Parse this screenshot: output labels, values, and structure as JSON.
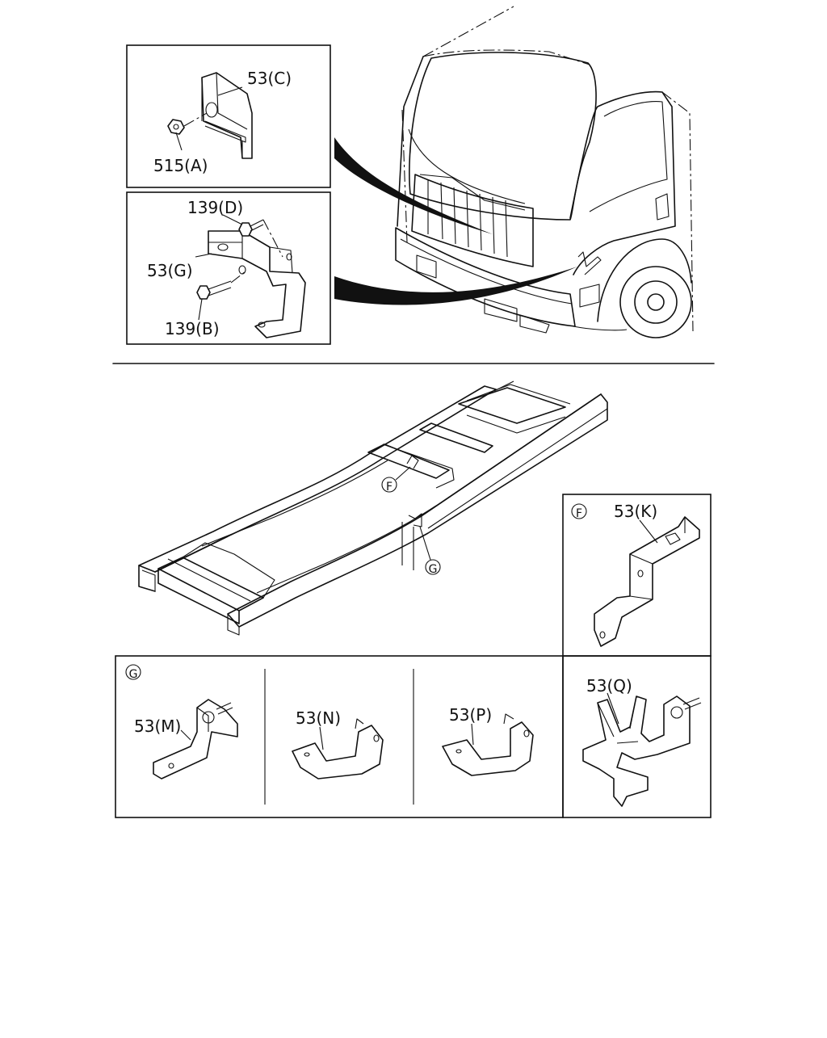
{
  "labels": {
    "c53": "53(C)",
    "a515": "515(A)",
    "d139": "139(D)",
    "g53": "53(G)",
    "b139": "139(B)",
    "k53": "53(K)",
    "m53": "53(M)",
    "n53": "53(N)",
    "p53": "53(P)",
    "q53": "53(Q)"
  },
  "markers": {
    "f": "F",
    "g": "G"
  }
}
